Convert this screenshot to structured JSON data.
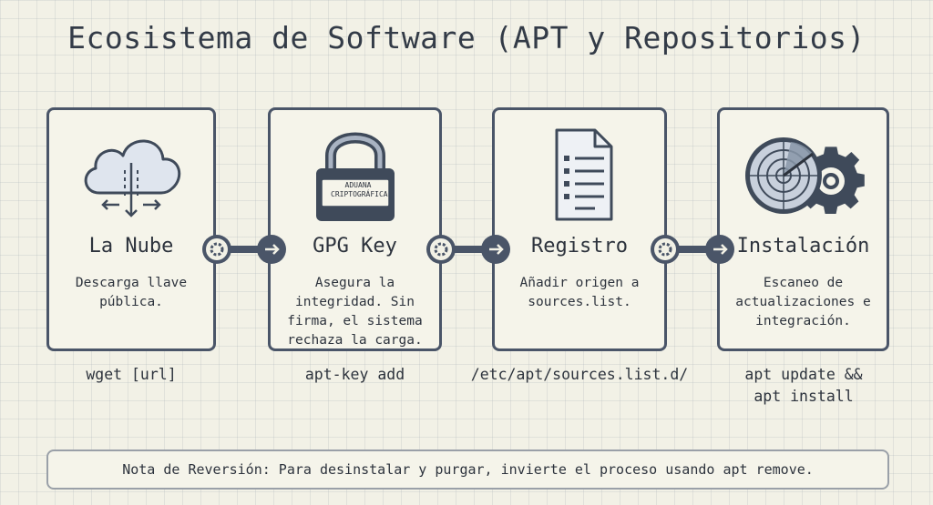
{
  "title": "Ecosistema de Software (APT y Repositorios)",
  "steps": [
    {
      "title": "La Nube",
      "description": "Descarga llave pública.",
      "command": "wget [url]",
      "icon": "cloud-download-icon"
    },
    {
      "title": "GPG Key",
      "description": "Asegura la integridad. Sin firma, el sistema rechaza la carga.",
      "command": "apt-key add",
      "icon": "padlock-icon",
      "badge": "ADUANA CRIPTOGRÁFICA"
    },
    {
      "title": "Registro",
      "description": "Añadir origen a sources.list.",
      "command": "/etc/apt/sources.list.d/",
      "icon": "document-list-icon"
    },
    {
      "title": "Instalación",
      "description": "Escaneo de actualizaciones e integración.",
      "command": "apt update && apt install",
      "icon": "radar-gear-icon"
    }
  ],
  "connectors": [
    "gear-arrow-connector",
    "gear-arrow-connector",
    "gear-arrow-connector"
  ],
  "note": "Nota de Reversión: Para desinstalar y purgar, invierte el proceso usando apt remove.",
  "colors": {
    "border": "#4a5568",
    "background": "#f2f1e6",
    "icon_fill": "#d7dde8",
    "icon_stroke": "#3f4a5a"
  }
}
